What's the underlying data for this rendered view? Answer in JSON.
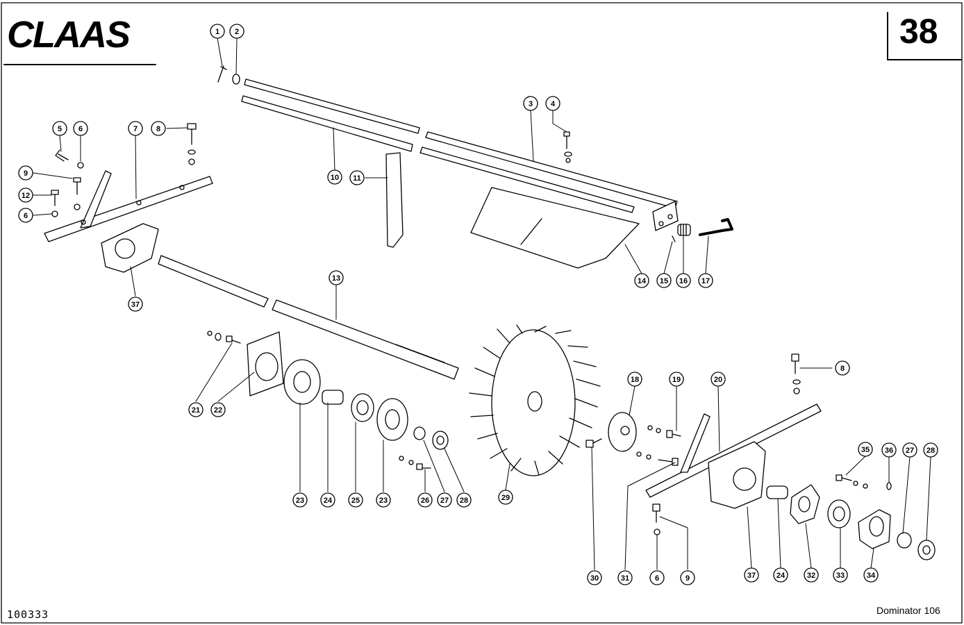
{
  "header": {
    "brand": "CLAAS",
    "page_number": "38"
  },
  "footer": {
    "reference": "100333",
    "model": "Dominator 106"
  },
  "style": {
    "ink": "#000000",
    "paper": "#ffffff"
  },
  "callouts": [
    {
      "label": "1"
    },
    {
      "label": "2"
    },
    {
      "label": "3"
    },
    {
      "label": "4"
    },
    {
      "label": "5"
    },
    {
      "label": "6"
    },
    {
      "label": "7"
    },
    {
      "label": "8"
    },
    {
      "label": "9"
    },
    {
      "label": "12"
    },
    {
      "label": "6"
    },
    {
      "label": "10"
    },
    {
      "label": "11"
    },
    {
      "label": "14"
    },
    {
      "label": "15"
    },
    {
      "label": "16"
    },
    {
      "label": "17"
    },
    {
      "label": "37"
    },
    {
      "label": "13"
    },
    {
      "label": "21"
    },
    {
      "label": "22"
    },
    {
      "label": "23"
    },
    {
      "label": "24"
    },
    {
      "label": "25"
    },
    {
      "label": "23"
    },
    {
      "label": "26"
    },
    {
      "label": "27"
    },
    {
      "label": "28"
    },
    {
      "label": "29"
    },
    {
      "label": "18"
    },
    {
      "label": "19"
    },
    {
      "label": "20"
    },
    {
      "label": "8"
    },
    {
      "label": "30"
    },
    {
      "label": "31"
    },
    {
      "label": "6"
    },
    {
      "label": "9"
    },
    {
      "label": "37"
    },
    {
      "label": "24"
    },
    {
      "label": "32"
    },
    {
      "label": "33"
    },
    {
      "label": "34"
    },
    {
      "label": "35"
    },
    {
      "label": "36"
    },
    {
      "label": "27"
    },
    {
      "label": "28"
    }
  ]
}
